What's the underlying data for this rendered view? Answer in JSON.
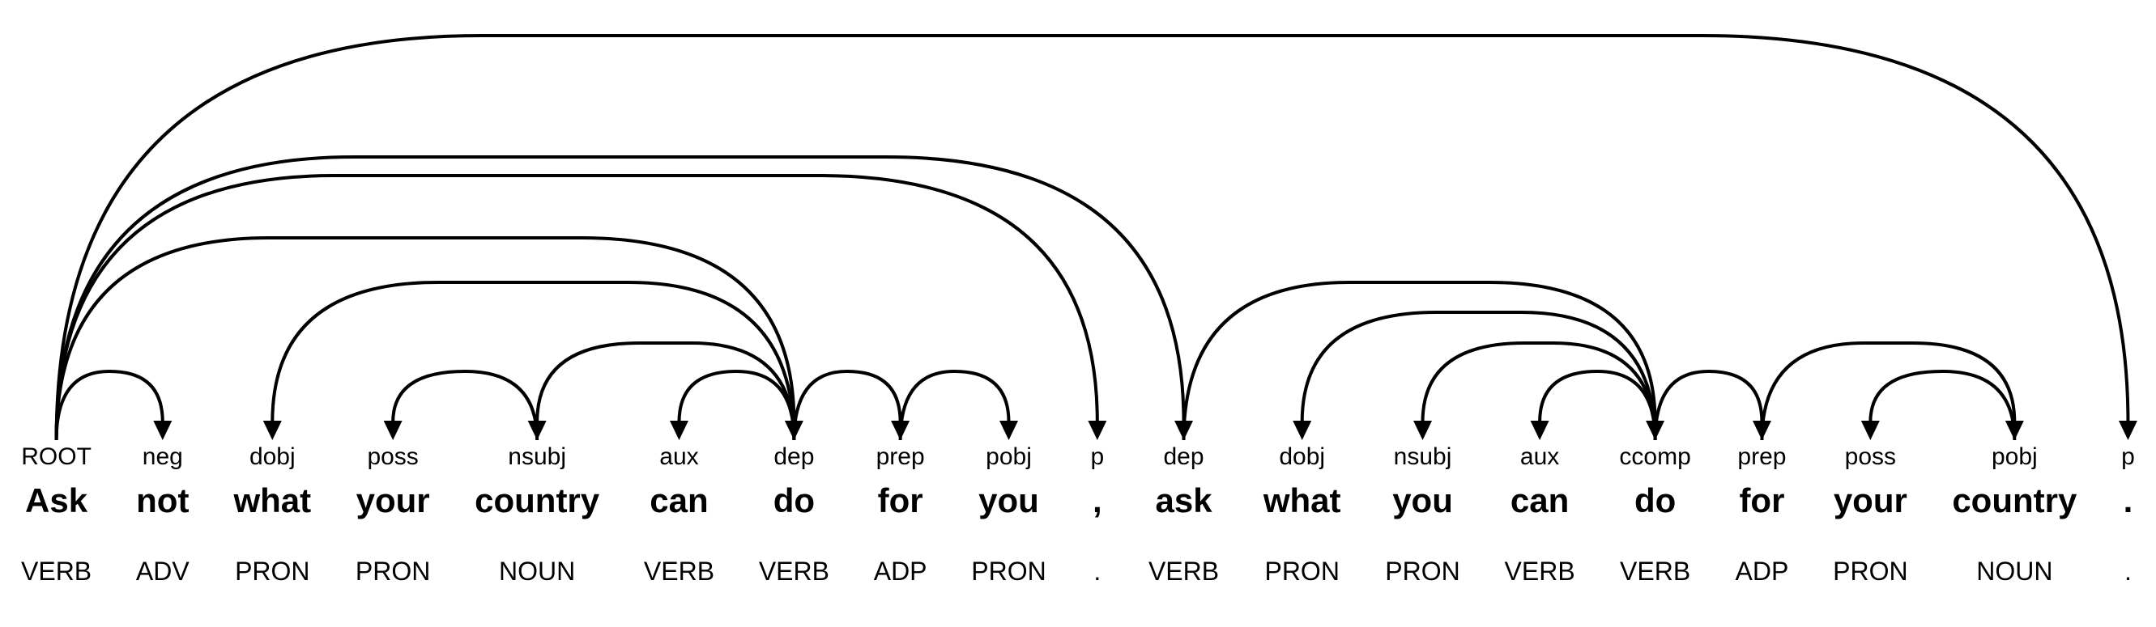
{
  "diagram": {
    "type": "dependency-parse",
    "sentence": "Ask not what your country can do for you , ask what you can do for your country .",
    "colors": {
      "arc": "#000000",
      "text": "#000000",
      "background": "#ffffff"
    },
    "tokens": [
      {
        "word": "Ask",
        "dep": "ROOT",
        "pos": "VERB"
      },
      {
        "word": "not",
        "dep": "neg",
        "pos": "ADV"
      },
      {
        "word": "what",
        "dep": "dobj",
        "pos": "PRON"
      },
      {
        "word": "your",
        "dep": "poss",
        "pos": "PRON"
      },
      {
        "word": "country",
        "dep": "nsubj",
        "pos": "NOUN"
      },
      {
        "word": "can",
        "dep": "aux",
        "pos": "VERB"
      },
      {
        "word": "do",
        "dep": "dep",
        "pos": "VERB"
      },
      {
        "word": "for",
        "dep": "prep",
        "pos": "ADP"
      },
      {
        "word": "you",
        "dep": "pobj",
        "pos": "PRON"
      },
      {
        "word": ",",
        "dep": "p",
        "pos": "."
      },
      {
        "word": "ask",
        "dep": "dep",
        "pos": "VERB"
      },
      {
        "word": "what",
        "dep": "dobj",
        "pos": "PRON"
      },
      {
        "word": "you",
        "dep": "nsubj",
        "pos": "PRON"
      },
      {
        "word": "can",
        "dep": "aux",
        "pos": "VERB"
      },
      {
        "word": "do",
        "dep": "ccomp",
        "pos": "VERB"
      },
      {
        "word": "for",
        "dep": "prep",
        "pos": "ADP"
      },
      {
        "word": "your",
        "dep": "poss",
        "pos": "PRON"
      },
      {
        "word": "country",
        "dep": "pobj",
        "pos": "NOUN"
      },
      {
        "word": ".",
        "dep": "p",
        "pos": "."
      }
    ],
    "arcs": [
      {
        "head": 0,
        "dependent": 1,
        "label": "neg"
      },
      {
        "head": 6,
        "dependent": 2,
        "label": "dobj"
      },
      {
        "head": 4,
        "dependent": 3,
        "label": "poss"
      },
      {
        "head": 6,
        "dependent": 4,
        "label": "nsubj"
      },
      {
        "head": 6,
        "dependent": 5,
        "label": "aux"
      },
      {
        "head": 0,
        "dependent": 6,
        "label": "dep"
      },
      {
        "head": 6,
        "dependent": 7,
        "label": "prep"
      },
      {
        "head": 7,
        "dependent": 8,
        "label": "pobj"
      },
      {
        "head": 0,
        "dependent": 9,
        "label": "p"
      },
      {
        "head": 0,
        "dependent": 10,
        "label": "dep"
      },
      {
        "head": 14,
        "dependent": 11,
        "label": "dobj"
      },
      {
        "head": 14,
        "dependent": 12,
        "label": "nsubj"
      },
      {
        "head": 14,
        "dependent": 13,
        "label": "aux"
      },
      {
        "head": 10,
        "dependent": 14,
        "label": "ccomp"
      },
      {
        "head": 14,
        "dependent": 15,
        "label": "prep"
      },
      {
        "head": 17,
        "dependent": 16,
        "label": "poss"
      },
      {
        "head": 15,
        "dependent": 17,
        "label": "pobj"
      },
      {
        "head": 0,
        "dependent": 18,
        "label": "p"
      }
    ]
  }
}
